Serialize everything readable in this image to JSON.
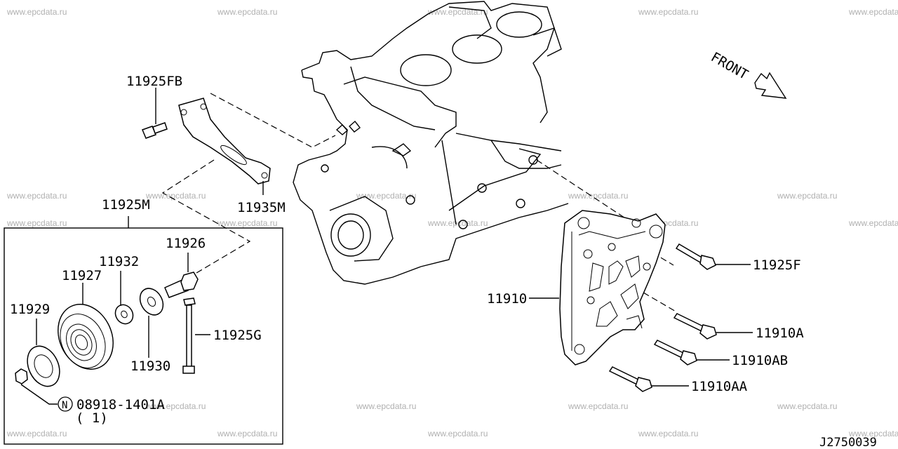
{
  "watermark": "www.epcdata.ru",
  "diagram_code": "J2750039",
  "front_label": "FRONT",
  "callouts": {
    "p11925FB": "11925FB",
    "p11935M": "11935M",
    "p11925M": "11925M",
    "p11926": "11926",
    "p11932": "11932",
    "p11927": "11927",
    "p11929": "11929",
    "p11930": "11930",
    "p11925G": "11925G",
    "nut_symbol": "N",
    "nut_part": "08918-1401A",
    "nut_qty": "( 1)",
    "p11910": "11910",
    "p11925F": "11925F",
    "p11910A": "11910A",
    "p11910AB": "11910AB",
    "p11910AA": "11910AA"
  }
}
